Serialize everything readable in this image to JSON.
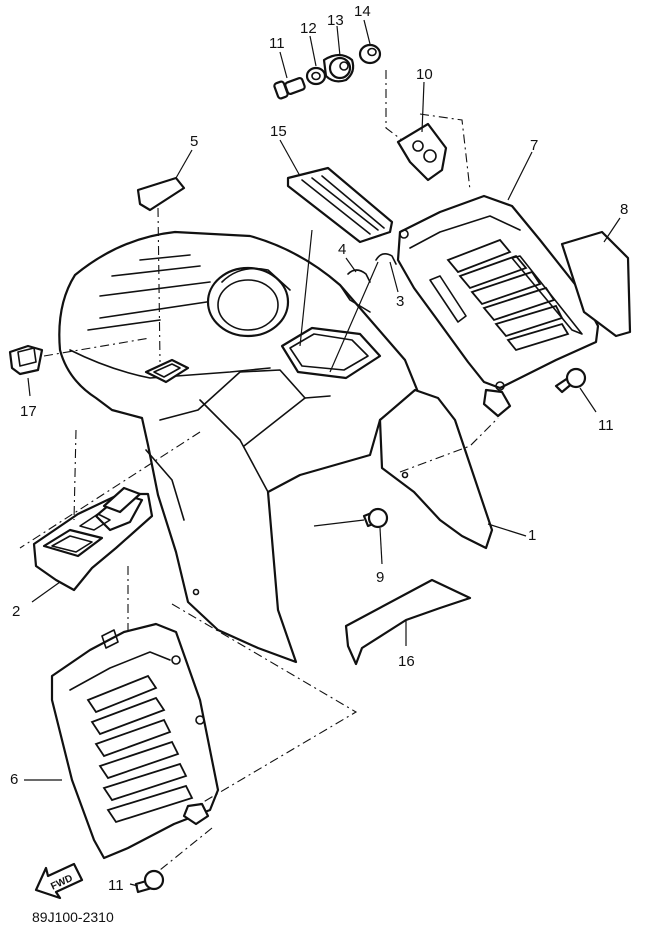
{
  "diagram": {
    "callouts": [
      {
        "id": "c1",
        "label": "1"
      },
      {
        "id": "c2",
        "label": "2"
      },
      {
        "id": "c3",
        "label": "3"
      },
      {
        "id": "c4",
        "label": "4"
      },
      {
        "id": "c5",
        "label": "5"
      },
      {
        "id": "c6",
        "label": "6"
      },
      {
        "id": "c7",
        "label": "7"
      },
      {
        "id": "c8",
        "label": "8"
      },
      {
        "id": "c9",
        "label": "9"
      },
      {
        "id": "c10",
        "label": "10"
      },
      {
        "id": "c11a",
        "label": "11"
      },
      {
        "id": "c11b",
        "label": "11"
      },
      {
        "id": "c11c",
        "label": "11"
      },
      {
        "id": "c12",
        "label": "12"
      },
      {
        "id": "c13",
        "label": "13"
      },
      {
        "id": "c14",
        "label": "14"
      },
      {
        "id": "c15",
        "label": "15"
      },
      {
        "id": "c16",
        "label": "16"
      },
      {
        "id": "c17",
        "label": "17"
      }
    ],
    "fwd_label": "FWD",
    "drawing_code": "89J100-2310"
  }
}
